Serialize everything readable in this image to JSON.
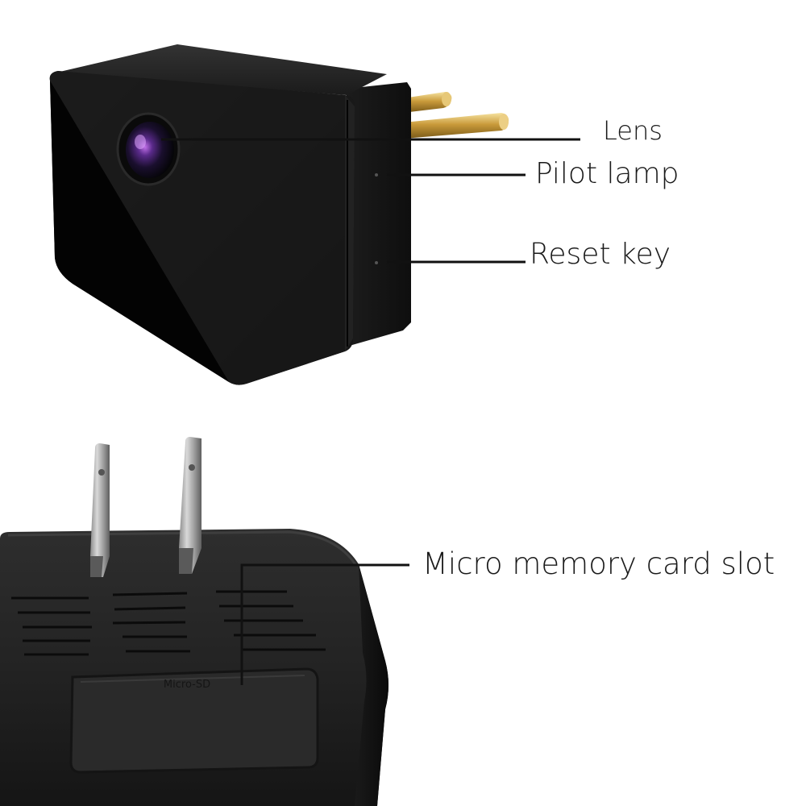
{
  "callouts": {
    "lens": "Lens",
    "pilot_lamp": "Pilot lamp",
    "reset_key": "Reset key",
    "memory_card_slot": "Micro memory card slot"
  },
  "slot_marking": "Micro-SD"
}
